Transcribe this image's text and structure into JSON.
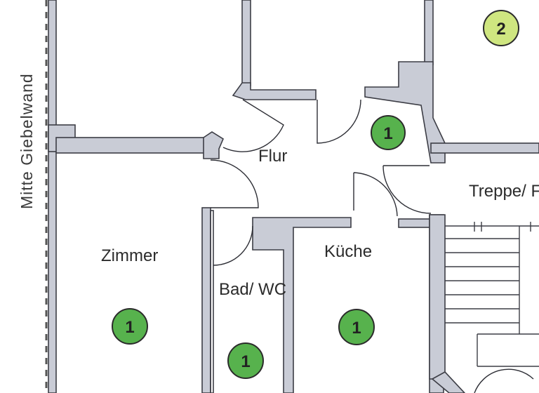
{
  "side_label": "Mitte Giebelwand",
  "rooms": {
    "zimmer": "Zimmer",
    "flur": "Flur",
    "kueche": "Küche",
    "bad": "Bad/ WC",
    "treppe": "Treppe/ Flur"
  },
  "badges": {
    "zimmer": "1",
    "flur": "1",
    "kueche": "1",
    "bad": "1",
    "top_right": "2"
  },
  "colors": {
    "wall": "#c9ccd6",
    "badge_green": "#57b24d",
    "badge_lime": "#cfe680"
  }
}
